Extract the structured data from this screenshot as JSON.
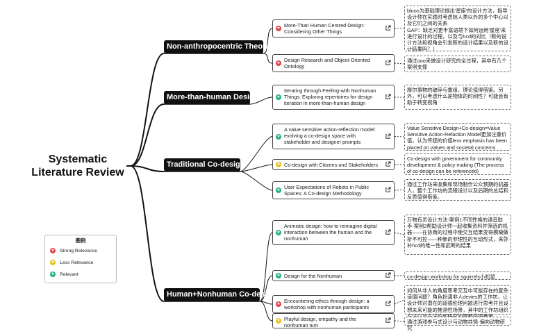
{
  "root": {
    "line1": "Systematic",
    "line2": "Literature Review"
  },
  "colors": {
    "strong": "#e0434a",
    "less": "#e8c21a",
    "relevant": "#21b083",
    "card_border": "#444444",
    "link": "#111111"
  },
  "legend": {
    "title": "图例",
    "items": [
      {
        "label": "Strong Relevance",
        "color": "#e0434a",
        "icon": "star-icon"
      },
      {
        "label": "Less Relevance",
        "color": "#e8c21a",
        "icon": "star-icon"
      },
      {
        "label": "Relevant",
        "color": "#21b083",
        "icon": "star-icon"
      }
    ]
  },
  "categories": [
    {
      "label": "Non-anthropocentric Theories",
      "papers": [
        {
          "title": "More-Than Human Centred Design: Considering Other Things",
          "relevance": "strong",
          "note": "blooo为基础理论提出'星座'的设计方法，指导设计师在实践时考虑除人类以外的多个中心以及它们之间的关系\nGAP：缺乏对更丰富语境下如何运用'星座'来进行设计的过程，以及与hcd的对比（新的设计方法和视角会引发新的设计结果以及新的设计结果吗？）"
        },
        {
          "title": "Design Research and Object-Oriented Ontology",
          "relevance": "strong",
          "note": "通过ooo来做设计研究的全过程，其中有几个案例支撑"
        }
      ]
    },
    {
      "label": "More-than-human Design",
      "papers": [
        {
          "title": "Iterating through Feeling-with Nonhuman Things: Exploring repertoires for design iteration in more-than-human design",
          "relevance": "relevant",
          "note": "摩尔事物的破碎与重组，理论值得借鉴。另外，可以考虑什么是物体的时间性？可能会有助于转变视角"
        }
      ]
    },
    {
      "label": "Traditional Co-design",
      "papers": [
        {
          "title": "A value sensitive action-reflection model: evolving a co-design space with stakeholder and designer prompts",
          "relevance": "relevant",
          "note": "Value Sensitive Design+Co-design=Value Sensitive Action-Refaction Model更加注重价值，认为传统的价值less emphasis has been placed on values and societal concerns"
        },
        {
          "title": "Co-design with Citizens and Stakeholders",
          "relevance": "less",
          "note": "Co-design with government for community development & policy making (The process of co-design can be referenced)"
        },
        {
          "title": "User Expectations of Robots in Public Spaces: A Co-design Methodology",
          "relevance": "relevant",
          "note": "通过工作坊来收集和现场制作公众预期的机器人，整个工作坊的流程设计以及后期的总结和反思值得借鉴。"
        }
      ]
    },
    {
      "label": "Human+Nonhuman Co-design",
      "papers": [
        {
          "title": "Animistic design: how to reimagine digital interaction between the human and the nonhuman",
          "relevance": "relevant",
          "note": "万物有灵设计方法-案例1不同性格的语音助手-案例2帮助设计师一起收集资料并筛选的机器——在协商的过程中使交互结果变得模糊做析不可控——种新的非理性的互动形式，来弥补hcd的唯一性和武断的结果"
        },
        {
          "title": "Design for the Nonhuman",
          "relevance": "relevant",
          "note": "co-design workshop for squirrels小松鼠"
        },
        {
          "title": "Encountering ethics through design: a workshop with nonhuman participants",
          "relevance": "strong",
          "note": "如何从非人的角度思考交互中可能存在的复杂道德问题？角色扮演非人devies的工作坊，让设计师对潜在的道德伦理问题进行思考并且设想未来可能的推测性场景，其中的工作坊组织方法以及方法论和研究问题都值得参考computational RtD methods"
        },
        {
          "title": "Playful design, empathy and the nonhuman turn",
          "relevance": "less",
          "note": "通过游戏参与式设计与动物共情-偏向动物研究"
        }
      ]
    }
  ]
}
